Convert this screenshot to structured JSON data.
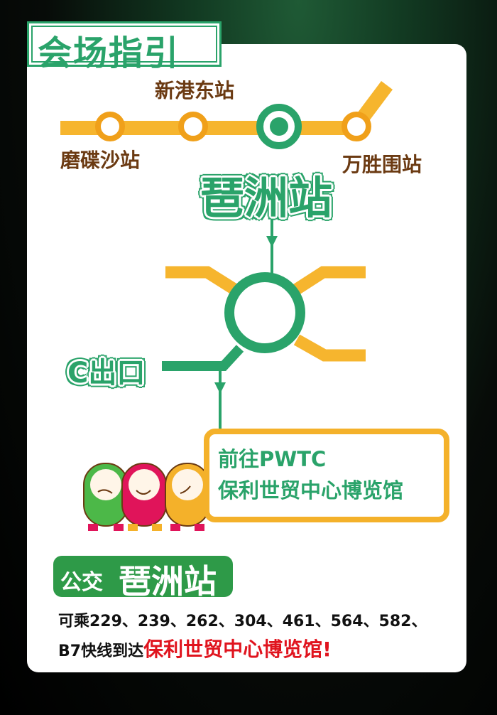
{
  "header": {
    "title": "会场指引"
  },
  "metro": {
    "stations": [
      "磨碟沙站",
      "新港东站",
      "琶洲站",
      "万胜围站"
    ],
    "current_station": "琶洲站",
    "exit_label": "C出口",
    "destination_line1": "前往PWTC",
    "destination_line2": "保利世贸中心博览馆"
  },
  "bus": {
    "badge_prefix": "公交",
    "badge_station": "琶洲站",
    "routes_line1": "可乘229、239、262、304、461、564、582、",
    "routes_line2_prefix": "B7快线到达",
    "routes_line2_highlight": "保利世贸中心博览馆",
    "routes_line2_suffix": "!"
  },
  "colors": {
    "green": "#2aa36a",
    "yellow": "#f6b52e",
    "orange": "#f0a01a",
    "brown": "#6b3a12",
    "red": "#e0141e",
    "bus_green": "#2e9a48"
  }
}
